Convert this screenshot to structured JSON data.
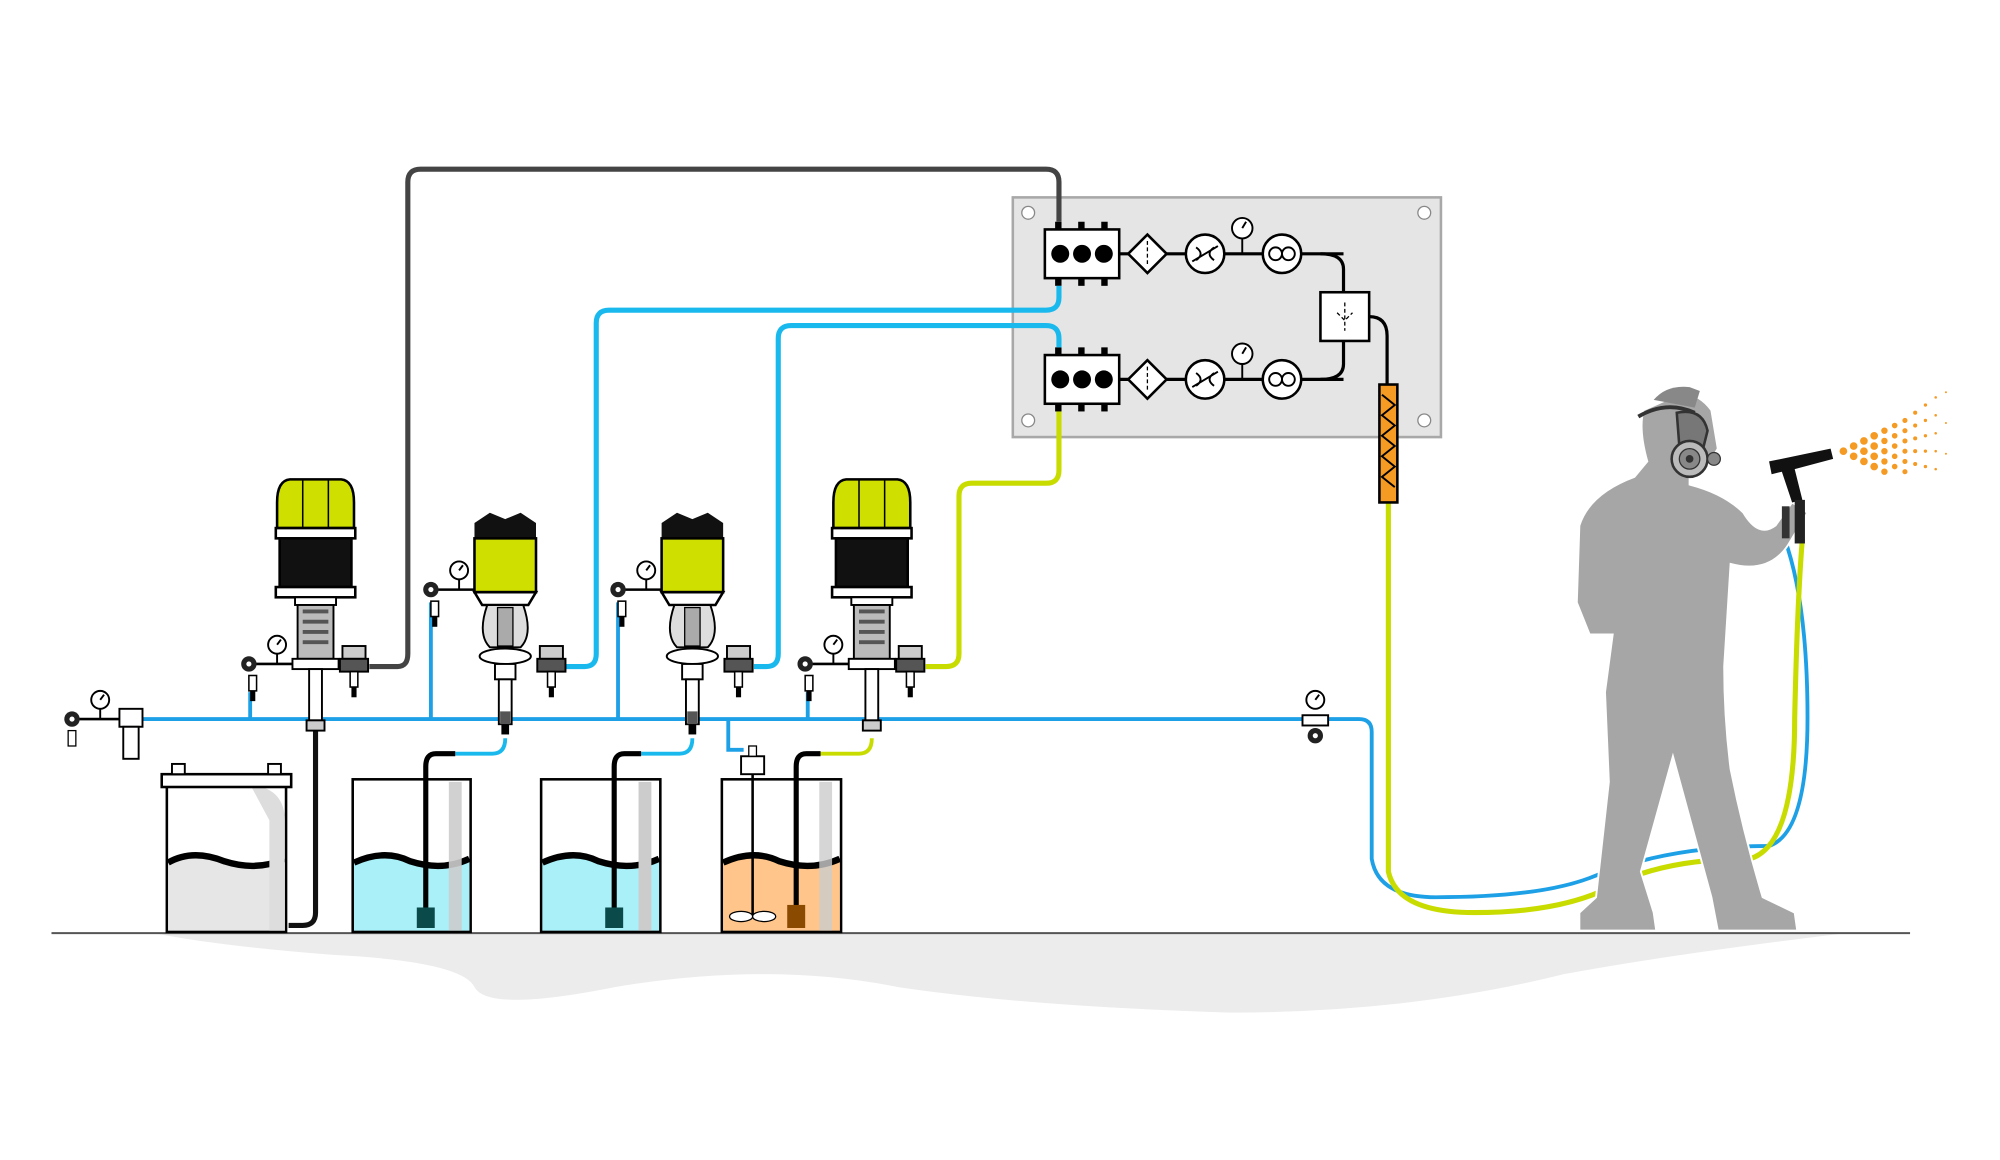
{
  "diagram": {
    "type": "plural-component spray system schematic",
    "colors": {
      "background": "#ffffff",
      "panel": "#e5e5e5",
      "panel_border": "#a8a8a8",
      "air_line": "#1ea0e6",
      "fluid_blue": "#19b9ee",
      "fluid_yellow": "#c9dc00",
      "fluid_dark": "#444444",
      "pump_yellow": "#cfe000",
      "tank_blue": "#a9f0f8",
      "tank_orange": "#ffc58a",
      "tank_gray": "#e6e6e6",
      "heater_orange": "#f59a23",
      "spray_orange": "#f59a23",
      "operator": "#a6a6a6",
      "ground_shadow": "#ececec"
    },
    "components": [
      "air-regulator",
      "pump",
      "tank",
      "agitator",
      "mixing-manifold",
      "filter",
      "flow-meter",
      "pressure-gauge",
      "dosing-valve",
      "mixer",
      "hose-heater",
      "spray-gun",
      "operator"
    ]
  }
}
